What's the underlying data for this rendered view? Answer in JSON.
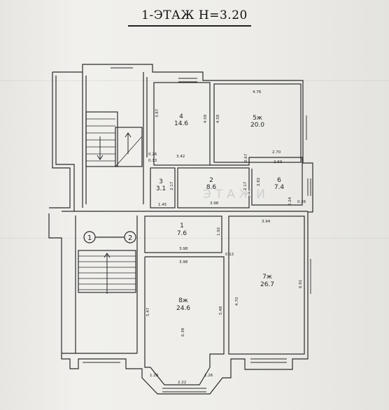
{
  "title": "1-ЭТАЖ H=3.20",
  "watermark": "ЭТАЖИ",
  "axes": [
    "1",
    "2"
  ],
  "rooms": {
    "r4": {
      "num": "4",
      "area": "14.6"
    },
    "r5": {
      "num": "5ж",
      "area": "20.0"
    },
    "r3": {
      "num": "3",
      "area": "3.1"
    },
    "r2": {
      "num": "2",
      "area": "8.6"
    },
    "r6": {
      "num": "6",
      "area": "7.4"
    },
    "r1": {
      "num": "1",
      "area": "7.6"
    },
    "r7": {
      "num": "7ж",
      "area": "26.7"
    },
    "r8": {
      "num": "8ж",
      "area": "24.6"
    }
  },
  "dims": {
    "d387": "3.87",
    "d458a": "4.58",
    "d458b": "4.58",
    "d476": "4.76",
    "d342": "3.42",
    "d026": "0.26",
    "d013": "0.13",
    "d270": "2.70",
    "d067": "0.67",
    "d263": "2.63",
    "d217a": "2.17",
    "d217b": "2.17",
    "d282": "2.82",
    "d145": "1.45",
    "d398a": "3.98",
    "d024": "0.24",
    "d026b": "0.26",
    "d394": "3.94",
    "d192": "1.92",
    "d398b": "3.98",
    "d012": "0.12",
    "d398c": "3.98",
    "d547": "5.47",
    "d548": "5.48",
    "d470": "4.70",
    "d691": "6.91",
    "d638": "6.38",
    "d128": "1.28",
    "d222": "2.22",
    "d126": "1.26"
  },
  "colors": {
    "line": "#2a2a2a",
    "paper": "#eeede9"
  }
}
